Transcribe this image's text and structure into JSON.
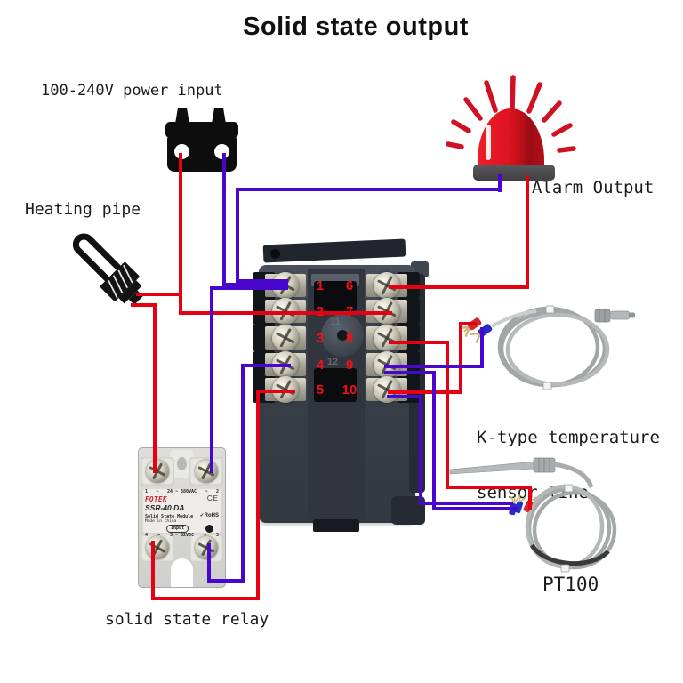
{
  "title": "Solid state output",
  "labels": {
    "power_input": "100-240V power input",
    "heating_pipe": "Heating pipe",
    "alarm_output": "Alarm Output",
    "k_type_line1": "K-type temperature",
    "k_type_line2": "sensor line",
    "pt100": "PT100",
    "solid_state_relay": "solid state relay"
  },
  "controller": {
    "terminal_numbers_left": [
      "1",
      "2",
      "3",
      "4",
      "5"
    ],
    "terminal_numbers_right": [
      "6",
      "7",
      "8",
      "9",
      "10"
    ],
    "center_numbers": [
      "11",
      "12"
    ]
  },
  "ssr": {
    "pin_tl": "1",
    "pin_tr": "2",
    "pin_bl": "4",
    "pin_br": "3",
    "tilde": "~",
    "minus": "−",
    "plus": "+",
    "ac_rating": "24 ~ 380VAC",
    "dc_rating": "3 ~ 32VDC",
    "brand": "FOTEK",
    "model": "SSR-40 DA",
    "module": "Solid State Module",
    "made_in": "Made in china",
    "ce_mark": "CE",
    "rohs_check": "✓",
    "rohs": "RoHS",
    "input_label": "Input"
  },
  "colors": {
    "wire_red": "#e60012",
    "wire_blue": "#4806cf",
    "terminal_number_red": "#f50f14",
    "alarm_ray_red": "#d01023"
  }
}
